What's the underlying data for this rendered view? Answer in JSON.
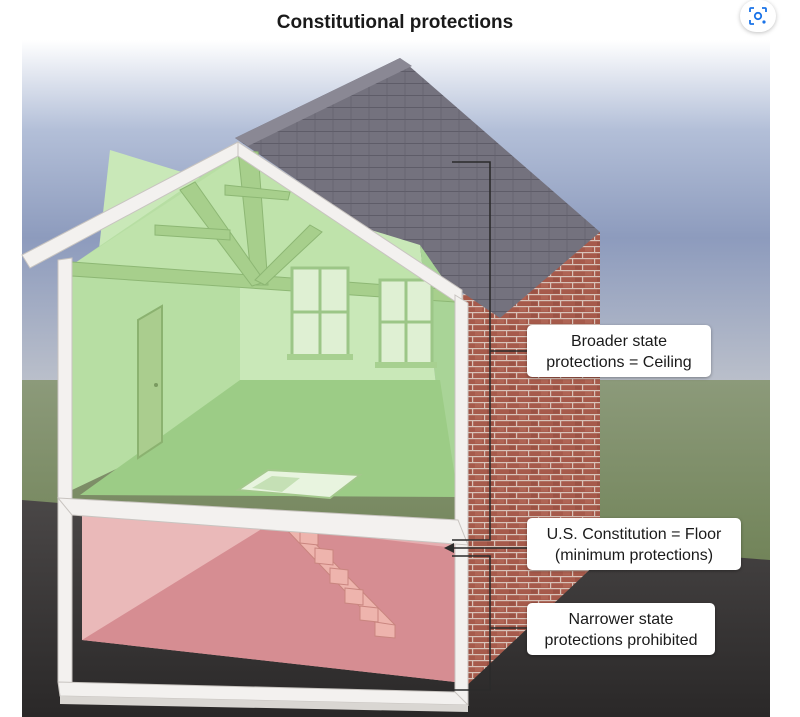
{
  "title": "Constitutional protections",
  "toolbar": {
    "lens_icon": "lens-icon"
  },
  "callouts": {
    "ceiling": {
      "line1": "Broader state",
      "line2": "protections = Ceiling"
    },
    "floor": {
      "line1": "U.S. Constitution = Floor",
      "line2": "(minimum protections)"
    },
    "narrow": {
      "line1": "Narrower state",
      "line2": "protections prohibited"
    }
  },
  "colors": {
    "upper_floor_tint": "#b8e2a6",
    "basement_tint": "#e3a7a8",
    "roof": "#6e6c78",
    "brick": "#a4574a",
    "walls": "#f4f2f0",
    "sky": "#9aa6c6",
    "ground": "#3c3a3a"
  }
}
